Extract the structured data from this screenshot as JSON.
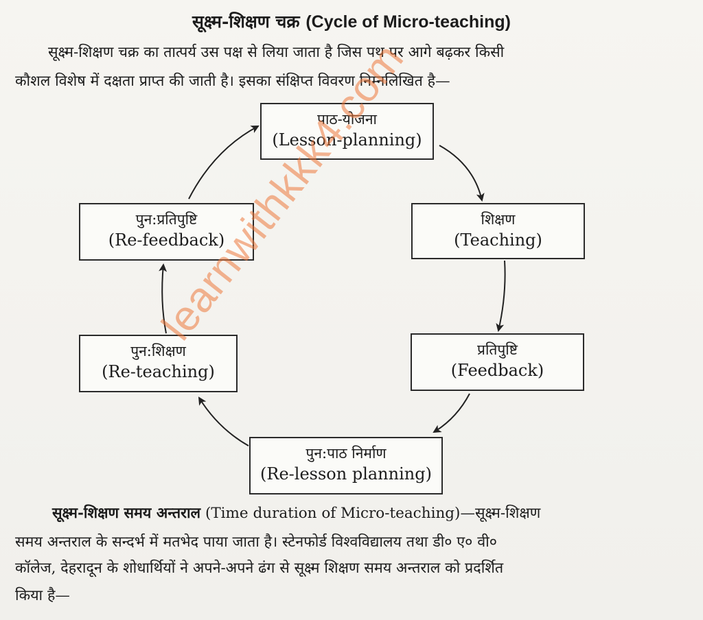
{
  "title": {
    "hindi": "सूक्ष्म-शिक्षण चक्र",
    "english": "(Cycle of Micro-teaching)"
  },
  "intro": {
    "line1": "सूक्ष्म-शिक्षण चक्र का तात्पर्य उस पक्ष से लिया जाता है जिस पथ पर आगे बढ़कर किसी",
    "line2": "कौशल विशेष में दक्षता प्राप्त की जाती है। इसका संक्षिप्त विवरण निम्नलिखित है—"
  },
  "cycle": [
    {
      "hindi": "पाठ-योजना",
      "english": "(Lesson-planning)"
    },
    {
      "hindi": "शिक्षण",
      "english": "(Teaching)"
    },
    {
      "hindi": "प्रतिपुष्टि",
      "english": "(Feedback)"
    },
    {
      "hindi": "पुन:पाठ निर्माण",
      "english": "(Re-lesson planning)"
    },
    {
      "hindi": "पुन:शिक्षण",
      "english": "(Re-teaching)"
    },
    {
      "hindi": "पुन:प्रतिपुष्टि",
      "english": "(Re-feedback)"
    }
  ],
  "watermark": "learnwithkkk4.com",
  "section2": {
    "heading": "सूक्ष्म-शिक्षण समय अन्तराल",
    "heading_rest": " (Time duration of Micro-teaching)—सूक्ष्म-शिक्षण",
    "line2": "समय अन्तराल के सन्दर्भ में मतभेद पाया जाता है। स्टेनफोर्ड विश्वविद्यालय तथा डी० ए० वी०",
    "line3": "कॉलेज, देहरादून के शोधार्थियों ने अपने-अपने ढंग से सूक्ष्म शिक्षण समय अन्तराल को प्रदर्शित",
    "line4": "किया है—"
  }
}
